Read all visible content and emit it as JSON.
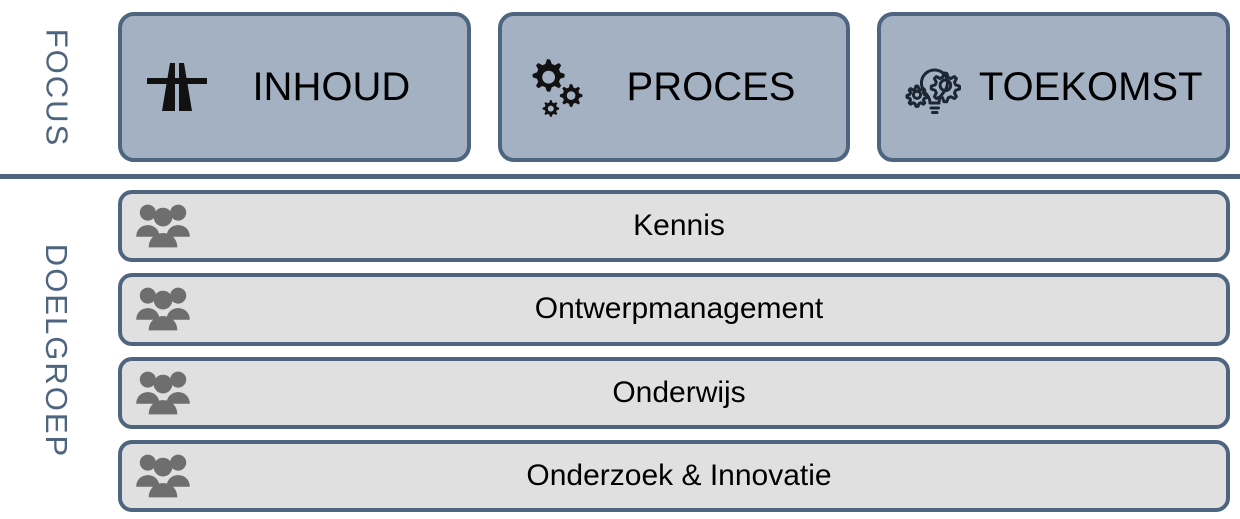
{
  "sections": {
    "focus": {
      "axis_label": "FOCUS",
      "cards": [
        {
          "label": "INHOUD",
          "icon": "highway-icon"
        },
        {
          "label": "PROCES",
          "icon": "gears-icon"
        },
        {
          "label": "TOEKOMST",
          "icon": "lightbulb-gears-icon"
        }
      ]
    },
    "doelgroep": {
      "axis_label": "DOELGROEP",
      "rows": [
        {
          "label": "Kennis",
          "icon": "people-group-icon"
        },
        {
          "label": "Ontwerpmanagement",
          "icon": "people-group-icon"
        },
        {
          "label": "Onderwijs",
          "icon": "people-group-icon"
        },
        {
          "label": "Onderzoek & Innovatie",
          "icon": "people-group-icon"
        }
      ]
    }
  },
  "colors": {
    "border": "#4e6580",
    "focus_card_fill": "#a3b1c2",
    "group_row_fill": "#e0e0e0",
    "axis_label_text": "#4e6580",
    "icon_dark": "#111111",
    "icon_gray": "#6e6e6e"
  }
}
